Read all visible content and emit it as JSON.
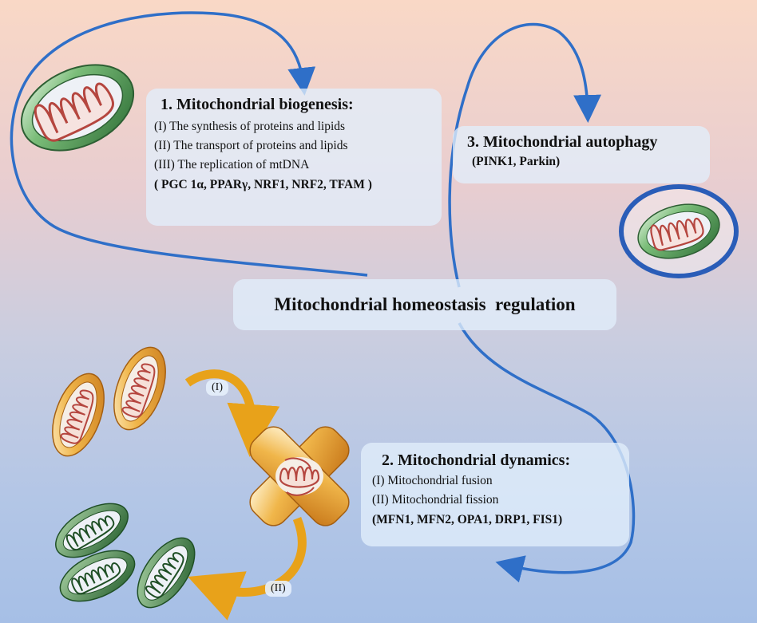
{
  "center": {
    "title": "Mitochondrial homeostasis  regulation"
  },
  "biogenesis": {
    "heading": "1. Mitochondrial biogenesis:",
    "items": [
      "(I) The synthesis of proteins and lipids",
      "(II) The transport of proteins and lipids",
      "(III) The replication of mtDNA"
    ],
    "factors": "( PGC 1α, PPARγ, NRF1, NRF2, TFAM )"
  },
  "autophagy": {
    "heading": "3. Mitochondrial autophagy",
    "factors": "(PINK1, Parkin)"
  },
  "dynamics": {
    "heading": "2. Mitochondrial dynamics:",
    "items": [
      "(I) Mitochondrial fusion",
      "(II) Mitochondrial fission"
    ],
    "factors": "(MFN1, MFN2, OPA1, DRP1, FIS1)"
  },
  "arrow_labels": {
    "fusion": "(I)",
    "fission": "(II)"
  },
  "colors": {
    "arrow_blue": "#2f6fc8",
    "fusion_arrow": "#e8a21a",
    "mito_green": "#4d9a56",
    "mito_orange": "#e9a43a",
    "cristae_red": "#b5463f",
    "autophagosome_ring": "#2a5db8"
  },
  "icons": [
    "mitochondrion-icon",
    "autophagosome-icon",
    "fused-mitochondrion-icon"
  ]
}
